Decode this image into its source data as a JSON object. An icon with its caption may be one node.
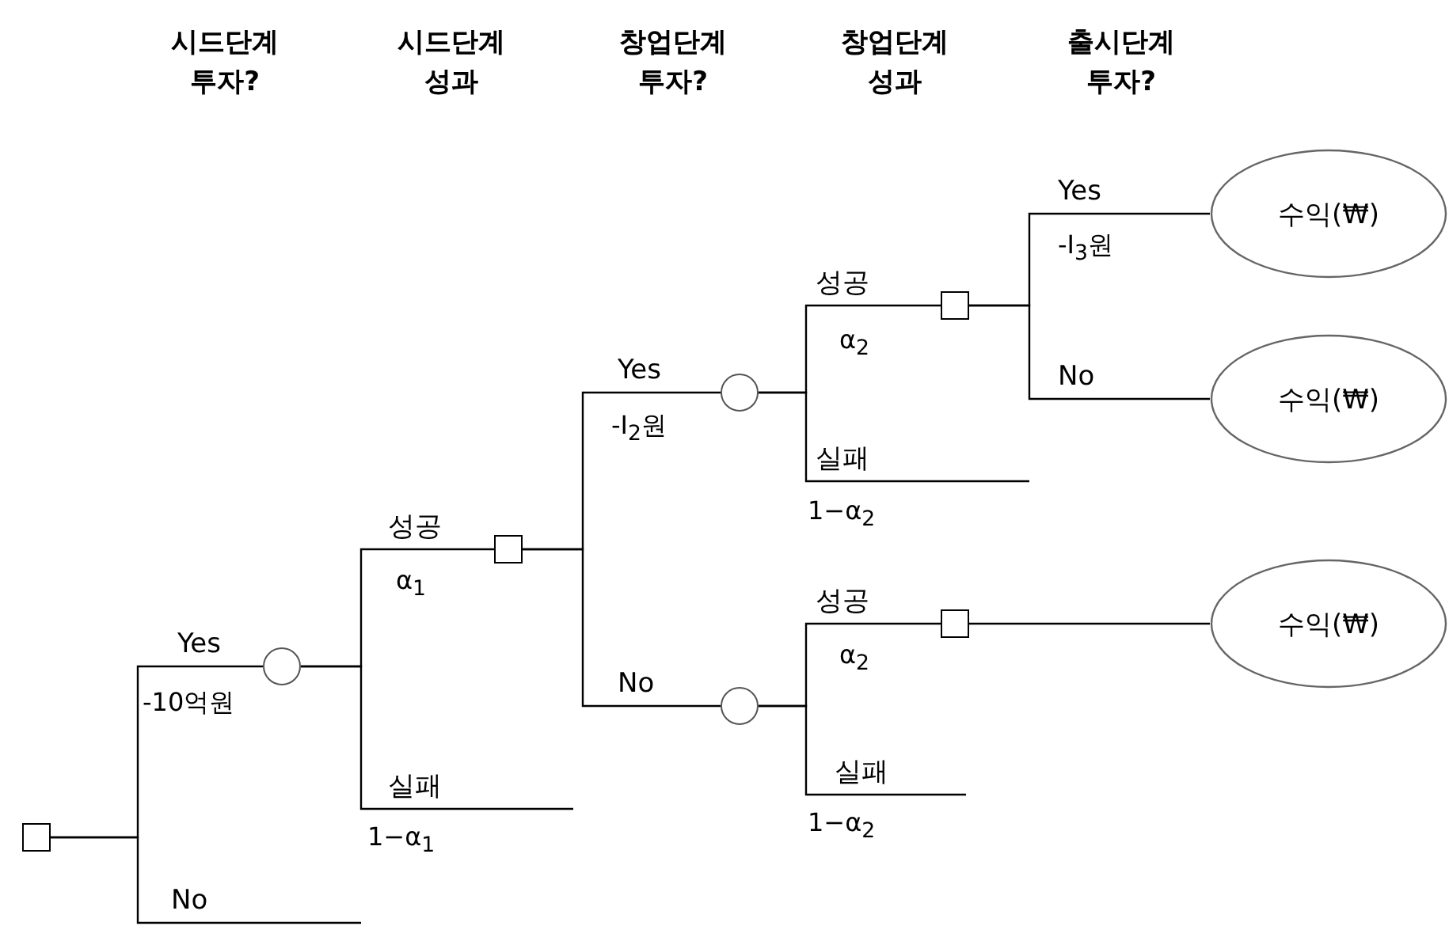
{
  "diagram": {
    "nodes": [
      {
        "text": [],
        "shape": "box"
      },
      {
        "text": [],
        "shape": "circle"
      },
      {
        "text": [],
        "shape": "box"
      },
      {
        "text": [],
        "shape": "circle"
      },
      {
        "text": [],
        "shape": "circle"
      },
      {
        "text": [],
        "shape": "box"
      },
      {
        "text": [],
        "shape": "box"
      },
      {
        "text": [
          "수익(₩)"
        ]
      },
      {
        "text": [
          "수익(₩)"
        ]
      },
      {
        "text": [
          "수익(₩)"
        ]
      }
    ],
    "edges": [
      {
        "from": 0,
        "to": 1,
        "arrow": "none",
        "label": "Yes"
      },
      {
        "from": 0,
        "to": null,
        "arrow": "none",
        "label": "No"
      },
      {
        "from": 1,
        "to": 2,
        "arrow": "none",
        "label": "성공"
      },
      {
        "from": 1,
        "to": null,
        "arrow": "none",
        "label": "실패"
      },
      {
        "from": 2,
        "to": 3,
        "arrow": "none",
        "label": "Yes"
      },
      {
        "from": 2,
        "to": 4,
        "arrow": "none",
        "label": "No"
      },
      {
        "from": 3,
        "to": 5,
        "arrow": "none",
        "label": "성공"
      },
      {
        "from": 3,
        "to": null,
        "arrow": "none",
        "label": "실패"
      },
      {
        "from": 4,
        "to": 6,
        "arrow": "none",
        "label": "성공"
      },
      {
        "from": 4,
        "to": null,
        "arrow": "none",
        "label": "실패"
      },
      {
        "from": 5,
        "to": 7,
        "arrow": "none",
        "label": "Yes"
      },
      {
        "from": 5,
        "to": 8,
        "arrow": "none",
        "label": "No"
      },
      {
        "from": 6,
        "to": 9,
        "arrow": "none"
      }
    ],
    "labels": [
      "시드단계 투자?",
      "시드단계 성과",
      "창업단계 투자?",
      "창업단계 성과",
      "출시단계 투자?",
      "-10억원",
      "α$_{1}$",
      "1−α$_{1}$",
      "-I$_{2}$원",
      "α$_{2}$",
      "1−α$_{2}$",
      "α$_{2}$",
      "1−α$_{2}$",
      "-I$_{3}$원"
    ]
  }
}
